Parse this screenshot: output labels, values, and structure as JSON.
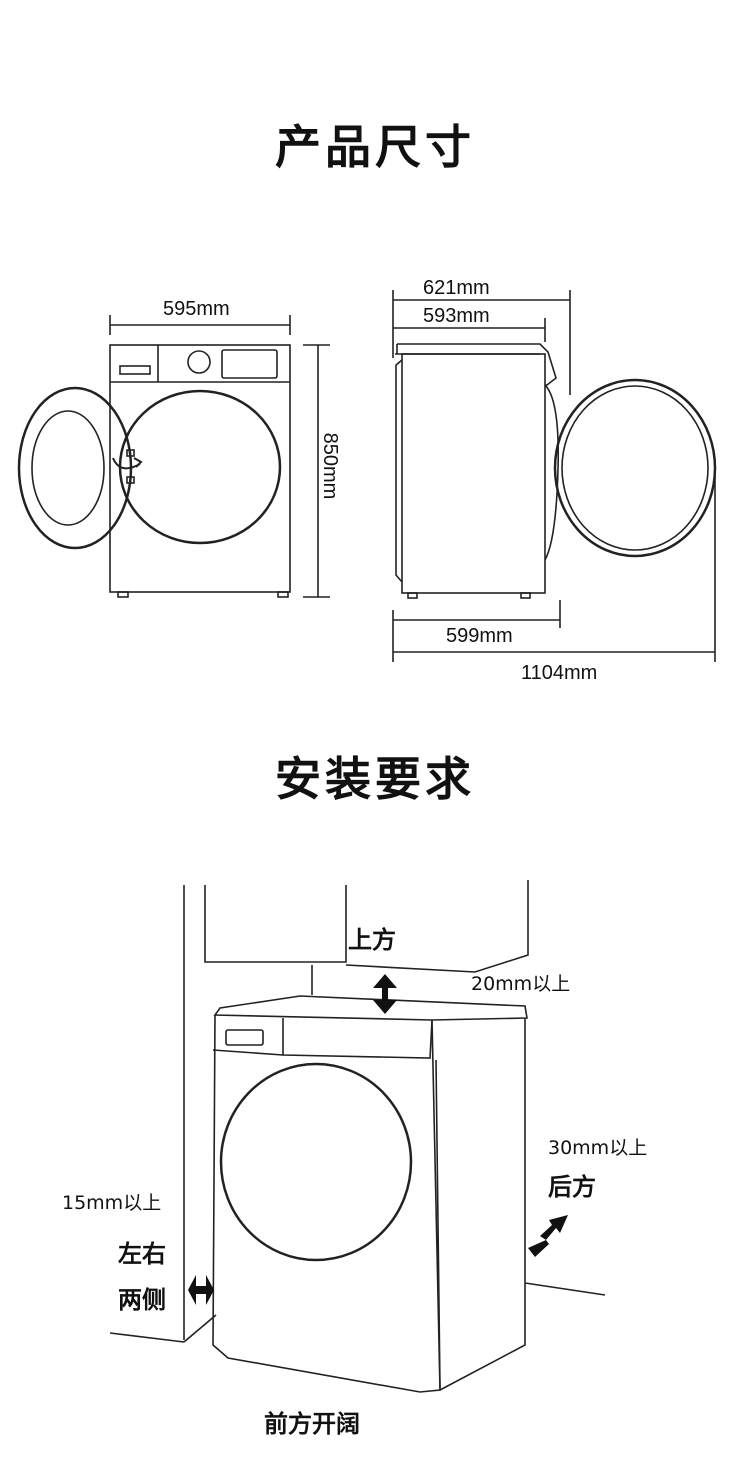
{
  "sections": {
    "dimensions_title": "产品尺寸",
    "install_title": "安装要求"
  },
  "dimensions": {
    "front_width": "595mm",
    "height": "850mm",
    "depth_with_door": "621mm",
    "depth_body": "593mm",
    "depth_base": "599mm",
    "depth_door_open": "1104mm"
  },
  "install": {
    "top_label": "上方",
    "top_clearance": "20mm以上",
    "back_clearance": "30mm以上",
    "back_label": "后方",
    "side_clearance": "15mm以上",
    "side_label_1": "左右",
    "side_label_2": "两侧",
    "front_label": "前方开阔"
  }
}
